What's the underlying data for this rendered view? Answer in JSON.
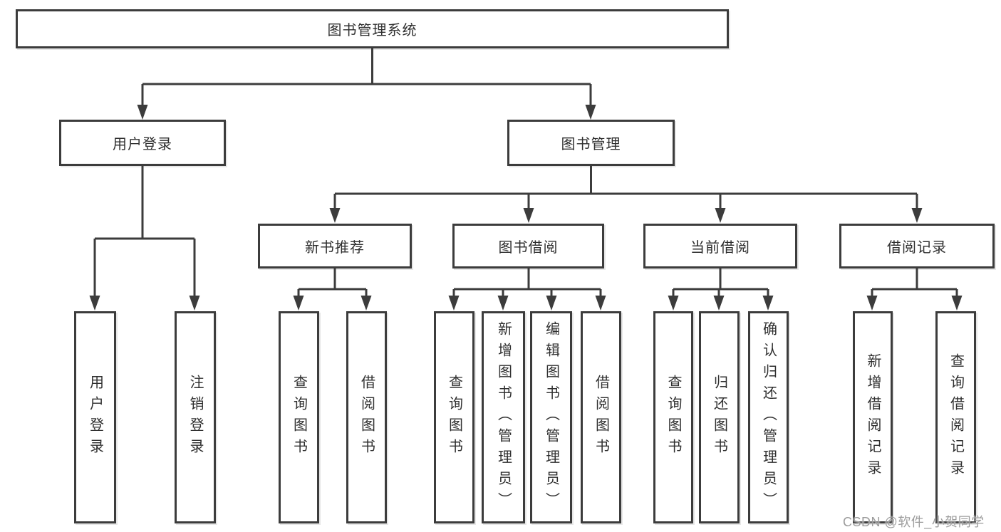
{
  "diagram": {
    "title": "图书管理系统",
    "branches": {
      "user_login": {
        "label": "用户登录",
        "children": [
          "用户登录",
          "注销登录"
        ]
      },
      "book_mgmt": {
        "label": "图书管理",
        "sections": {
          "new_books": {
            "label": "新书推荐",
            "children": [
              "查询图书",
              "借阅图书"
            ]
          },
          "borrow": {
            "label": "图书借阅",
            "children": [
              "查询图书",
              "新增图书（管理员）",
              "编辑图书（管理员）",
              "借阅图书"
            ]
          },
          "current": {
            "label": "当前借阅",
            "children": [
              "查询图书",
              "归还图书",
              "确认归还（管理员）"
            ]
          },
          "records": {
            "label": "借阅记录",
            "children": [
              "新增借阅记录",
              "查询借阅记录"
            ]
          }
        }
      }
    }
  },
  "watermark": {
    "text": "CSDN @软件_小贺同学"
  },
  "colors": {
    "line": "#3c3c3c",
    "text": "#2f2f2f",
    "watermark": "#9c9c9c",
    "background": "#ffffff"
  }
}
